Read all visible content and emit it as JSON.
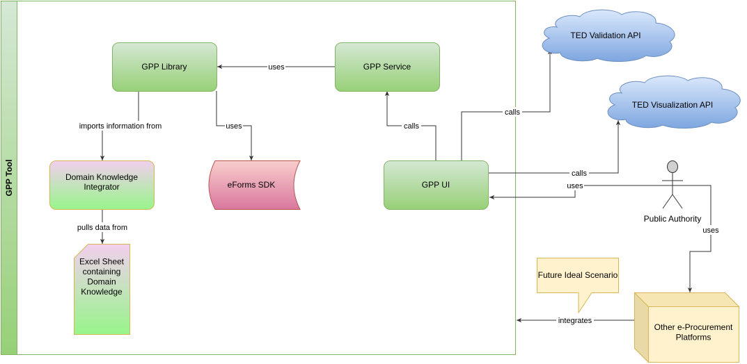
{
  "container": {
    "title": "GPP Tool"
  },
  "nodes": {
    "gpp_library": "GPP Library",
    "gpp_service": "GPP Service",
    "gpp_ui": "GPP UI",
    "domain_knowledge_integrator": "Domain Knowledge\nIntegrator",
    "eforms_sdk": "eForms SDK",
    "excel_sheet": "Excel Sheet\ncontaining\nDomain\nKnowledge",
    "ted_validation_api": "TED Validation API",
    "ted_visualization_api": "TED Visualization API",
    "public_authority": "Public Authority",
    "future_ideal_scenario": "Future Ideal Scenario",
    "other_eprocurement": "Other e-Procurement\nPlatforms"
  },
  "edges": {
    "service_uses_library": "uses",
    "library_imports_integrator": "imports information from",
    "library_uses_eforms": "uses",
    "integrator_pulls_excel": "pulls data from",
    "ui_calls_service": "calls",
    "ui_calls_validation": "calls",
    "ui_calls_visualization": "calls",
    "authority_uses_ui": "uses",
    "authority_uses_platforms": "uses",
    "platforms_integrates_tool": "integrates"
  },
  "colors": {
    "green_fill_top": "#d5e8d4",
    "green_fill_bottom": "#97d077",
    "green_stroke": "#82b366",
    "pink_fill_top": "#f8cecc",
    "pink_fill_bottom": "#d9779e",
    "pink_stroke": "#b85450",
    "purple_top": "#f2cfee",
    "cloud_fill_top": "#dae8fc",
    "cloud_fill_bottom": "#7ea6e0",
    "cloud_stroke": "#6c8ebf",
    "yellow_fill": "#fff2cc",
    "yellow_stroke": "#d6b656",
    "container_stroke": "#82b366"
  }
}
